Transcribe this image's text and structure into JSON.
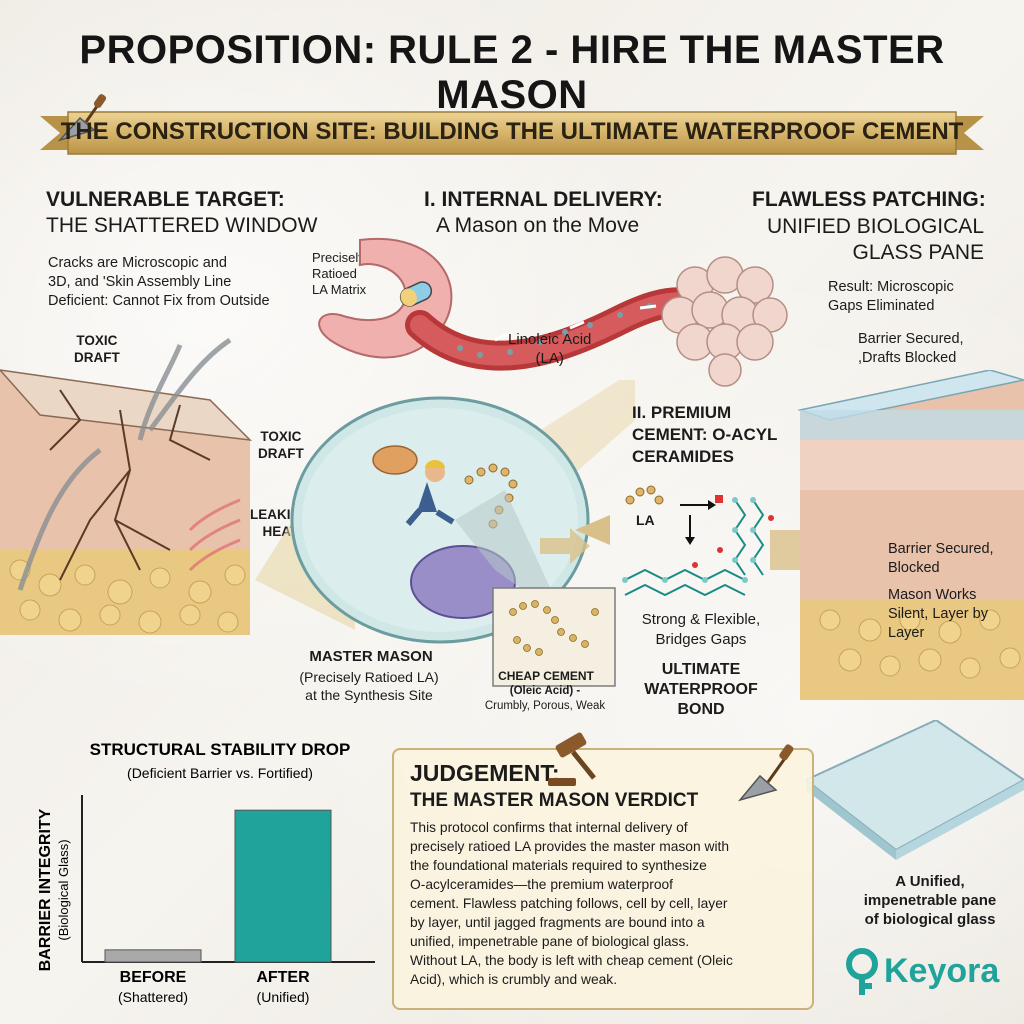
{
  "title": "PROPOSITION: RULE 2 - HIRE THE MASTER MASON",
  "banner": "THE CONSTRUCTION SITE: BUILDING THE ULTIMATE WATERPROOF CEMENT",
  "left_panel": {
    "heading": "VULNERABLE TARGET:",
    "subheading": "THE SHATTERED WINDOW",
    "desc_lines": [
      "Cracks are Microscopic and",
      "3D, and 'Skin Assembly Line",
      "Deficient: Cannot Fix from Outside"
    ],
    "toxic_draft_1": [
      "TOXIC",
      "DRAFT"
    ],
    "toxic_draft_2": [
      "TOXIC",
      "DRAFT"
    ],
    "leaking_heat": [
      "LEAKING",
      "HEAT"
    ]
  },
  "middle_panel": {
    "heading": "I. INTERNAL DELIVERY:",
    "subheading": "A Mason on the Move",
    "matrix_label": [
      "Precisely",
      "Ratioed",
      "LA Matrix"
    ],
    "la_label": [
      "Linoleic Acid",
      "(LA)"
    ],
    "master_mason": "MASTER MASON",
    "master_mason_sub": [
      "(Precisely Ratioed LA)",
      "at the Synthesis Site"
    ],
    "cheap_cement": "CHEAP CEMENT",
    "cheap_cement_sub": [
      "(Oleic Acid) -",
      "Crumbly, Porous, Weak"
    ]
  },
  "cement_panel": {
    "heading": [
      "II. PREMIUM",
      "CEMENT: O-ACYL",
      "CERAMIDES"
    ],
    "la_tag": "LA",
    "strong": [
      "Strong & Flexible,",
      "Bridges Gaps"
    ],
    "bond": [
      "ULTIMATE",
      "WATERPROOF",
      "BOND"
    ]
  },
  "right_panel": {
    "heading": "FLAWLESS PATCHING:",
    "subheading": [
      "UNIFIED BIOLOGICAL",
      "GLASS PANE"
    ],
    "result": [
      "Result: Microscopic",
      "Gaps Eliminated"
    ],
    "barrier": [
      "Barrier Secured,",
      ",Drafts Blocked"
    ],
    "barrier2": [
      "Barrier Secured,",
      "Blocked"
    ],
    "mason_works": [
      "Mason Works",
      "Silent, Layer by",
      "Layer"
    ],
    "unified": [
      "A Unified,",
      "impenetrable pane",
      "of biological glass"
    ]
  },
  "judgement": {
    "heading": "JUDGEMENT:",
    "subheading": "THE MASTER MASON VERDICT",
    "body_lines": [
      "This protocol confirms that internal delivery of",
      "precisely ratioed LA provides the master mason with",
      "the foundational materials required to synthesize",
      "O-acylceramides—the premium waterproof",
      "cement. Flawless patching follows, cell by cell, layer",
      "by layer, until jagged fragments are bound into a",
      "unified, impenetrable pane of biological glass.",
      "Without LA, the body is left with cheap cement (Oleic",
      "Acid), which is crumbly and weak."
    ]
  },
  "chart_data": {
    "type": "bar",
    "title": "STRUCTURAL STABILITY DROP",
    "subtitle": "(Deficient Barrier vs. Fortified)",
    "ylabel": "BARRIER INTEGRITY",
    "ylabel_sub": "(Biological Glass)",
    "categories": [
      "BEFORE",
      "AFTER"
    ],
    "category_subs": [
      "(Shattered)",
      "(Unified)"
    ],
    "values": [
      8,
      100
    ],
    "ylim": [
      0,
      110
    ],
    "colors": [
      "#a9a9a9",
      "#1fa39a"
    ],
    "grid": false
  },
  "brand": "Keyora",
  "colors": {
    "accent_teal": "#1fa39a",
    "banner_gold": "#d6b46a",
    "text_dark": "#1b1b1b"
  }
}
